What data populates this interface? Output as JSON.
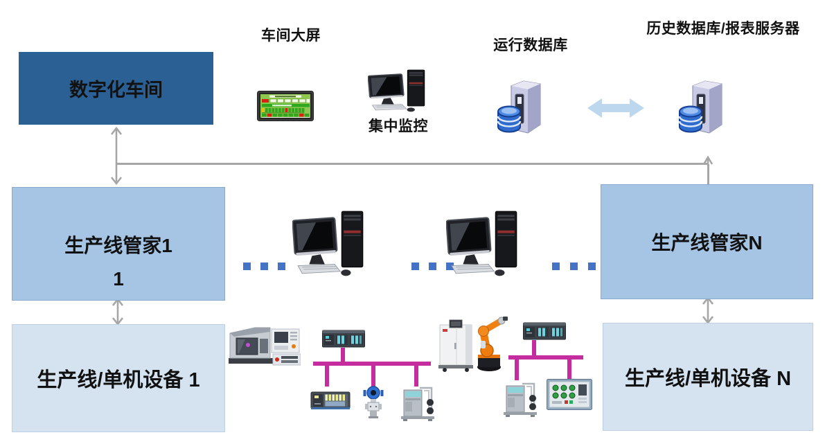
{
  "diagram": {
    "boxes": {
      "digital_workshop": "数字化车间",
      "manager_1": "生产线管家1",
      "manager_1_sub": "1",
      "manager_n": "生产线管家N",
      "equipment_1": "生产线/单机设备 1",
      "equipment_n": "生产线/单机设备 N"
    },
    "labels": {
      "big_screen": "车间大屏",
      "central_monitoring": "集中监控",
      "runtime_database": "运行数据库",
      "history_database": "历史数据库/报表服务器"
    },
    "ellipsis": {
      "groups": 3,
      "dots_per_group": 3
    },
    "icons": {
      "dashboard": "workshop-dashboard-screen",
      "monitoring_pc": "monitoring-computer",
      "runtime_server": "runtime-database-server",
      "history_server": "history-database-server",
      "sync_arrow": "database-sync-double-arrow",
      "line_pc": "production-line-computer",
      "cnc": "cnc-machine",
      "plc": "plc-controller",
      "io_rack": "io-module-rack",
      "transmitter": "pressure-transmitter",
      "skid": "process-skid-unit",
      "robot": "industrial-robot-arm",
      "cabinet": "machine-cabinet",
      "hmi": "hmi-control-panel"
    },
    "colors": {
      "dark-box": "#2B6095",
      "mid-box": "#A6C5E4",
      "light-box": "#D5E2F0",
      "connector": "#A6A6A6",
      "bus": "#C52C9E",
      "dot": "#4472C4",
      "arrow-blue": "#BDD7EE",
      "text": "#111111"
    }
  }
}
